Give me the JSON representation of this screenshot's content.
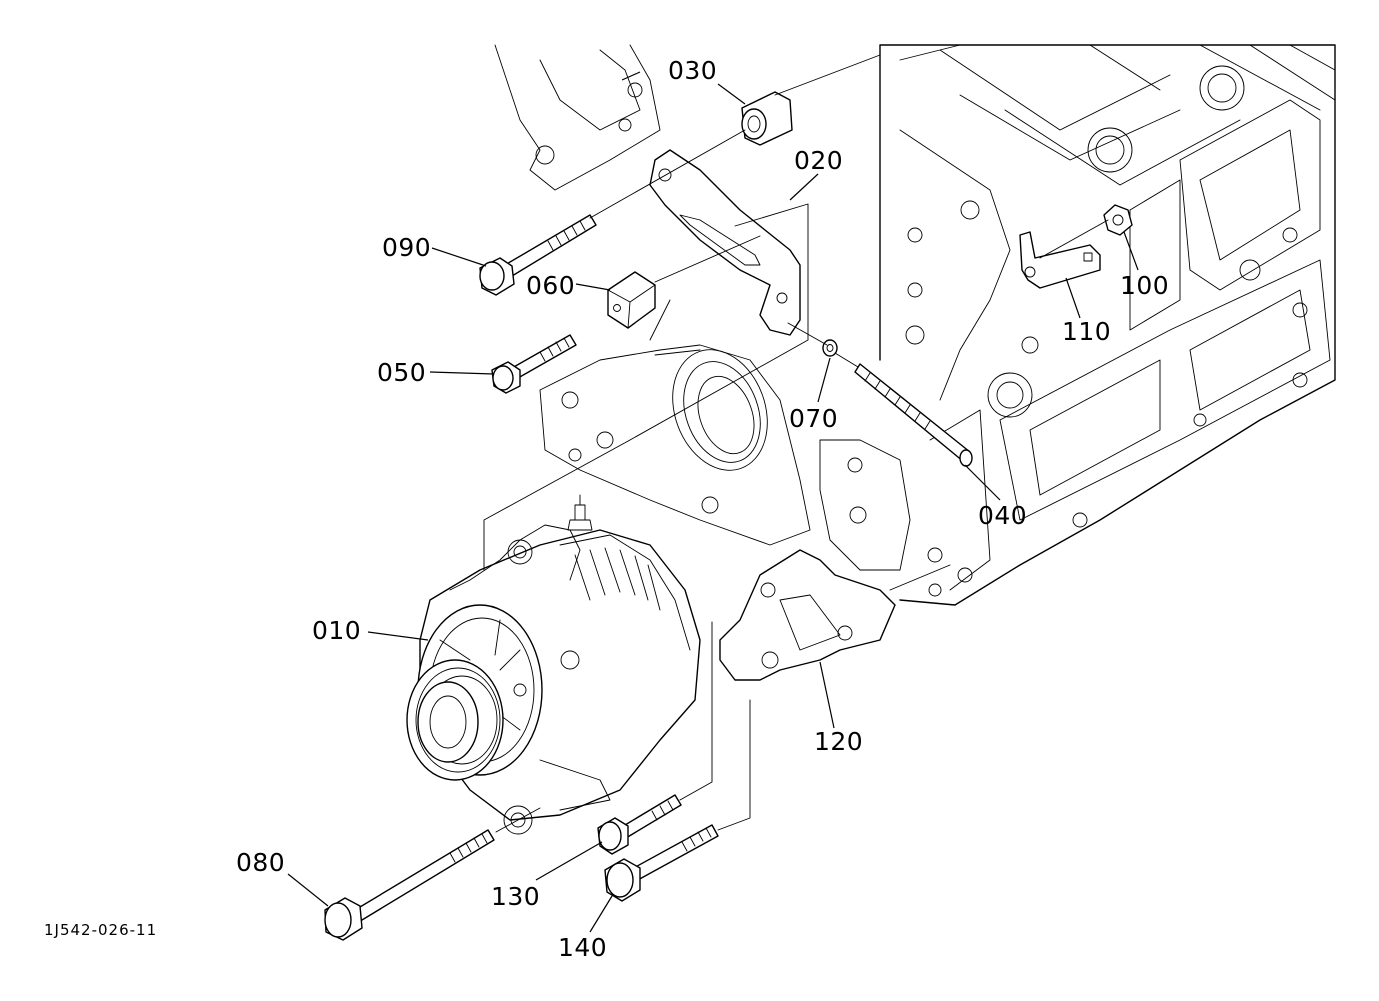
{
  "diagram": {
    "reference_code": "1J542-026-11",
    "parts": [
      {
        "id": "010",
        "label": "010"
      },
      {
        "id": "020",
        "label": "020"
      },
      {
        "id": "030",
        "label": "030"
      },
      {
        "id": "040",
        "label": "040"
      },
      {
        "id": "050",
        "label": "050"
      },
      {
        "id": "060",
        "label": "060"
      },
      {
        "id": "070",
        "label": "070"
      },
      {
        "id": "080",
        "label": "080"
      },
      {
        "id": "090",
        "label": "090"
      },
      {
        "id": "100",
        "label": "100"
      },
      {
        "id": "110",
        "label": "110"
      },
      {
        "id": "120",
        "label": "120"
      },
      {
        "id": "130",
        "label": "130"
      },
      {
        "id": "140",
        "label": "140"
      }
    ]
  }
}
